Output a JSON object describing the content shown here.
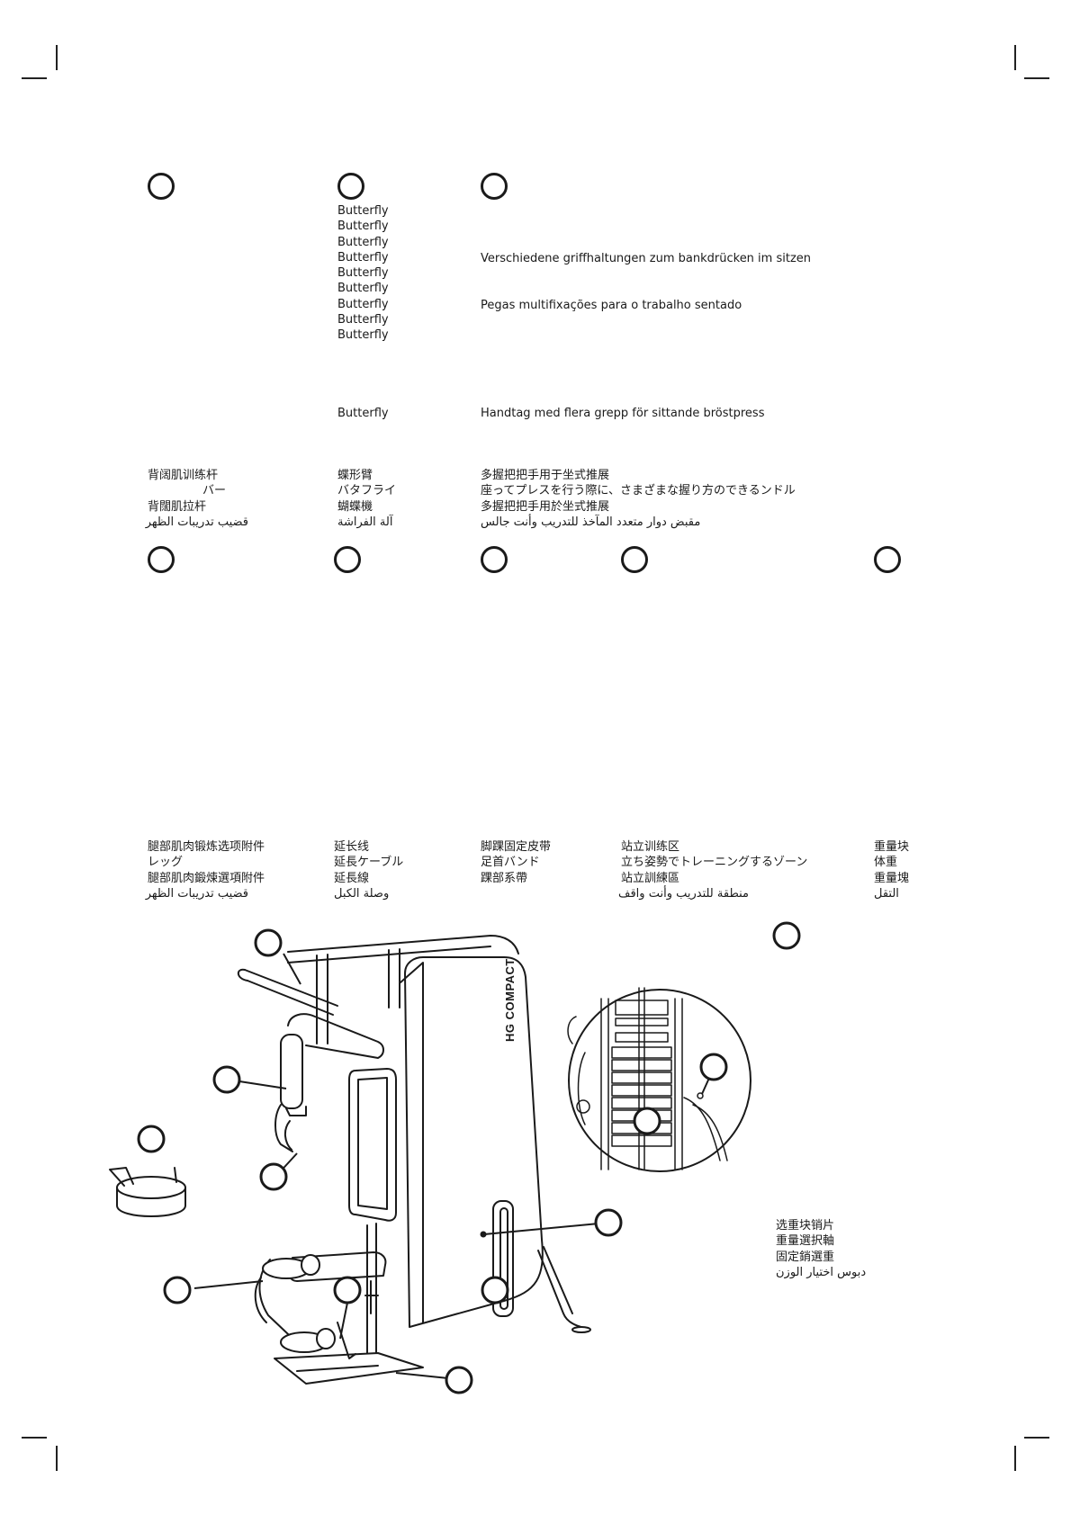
{
  "section_top": {
    "col1": {
      "lines": [
        "背阔肌训练杆",
        "バー",
        "背闊肌拉杆",
        "قضيب تدريبات الظهر"
      ]
    },
    "col2": {
      "lines_latin": [
        "Butterfly",
        "Butterfly",
        "Butterfly",
        "Butterfly",
        "Butterfly",
        "Butterfly",
        "Butterfly",
        "Butterfly",
        "Butterfly"
      ],
      "line_sv": "Butterfly",
      "lines_asian": [
        "蝶形臂",
        "バタフライ",
        "蝴蝶機",
        "آلة الفراشة"
      ]
    },
    "col3": {
      "line_de": "Verschiedene griffhaltungen zum bankdrücken im sitzen",
      "line_pt": "Pegas multifixações para o trabalho sentado",
      "line_sv": "Handtag med flera grepp för sittande bröstpress",
      "lines_asian": [
        "多握把把手用于坐式推展",
        "座ってプレスを行う際に、さまざまな握り方のできるンドル",
        "多握把把手用於坐式推展",
        "مقبض دوار متعدد المآخذ للتدريب وأنت جالس"
      ]
    }
  },
  "section_mid": {
    "col1": {
      "lines": [
        "腿部肌肉锻炼选项附件",
        "レッグ",
        "腿部肌肉鍛煉選項附件",
        "قضيب تدريبات الظهر"
      ]
    },
    "col2": {
      "lines": [
        "延长线",
        "延長ケーブル",
        "延長線",
        "وصلة الكبل"
      ]
    },
    "col3": {
      "lines": [
        "脚踝固定皮带",
        "足首バンド",
        "踝部系帶"
      ]
    },
    "col4": {
      "lines": [
        "站立训练区",
        "立ち姿勢でトレーニングするゾーン",
        "站立訓練區",
        "منطقة للتدريب وأنت واقف"
      ]
    },
    "col5": {
      "lines": [
        "重量块",
        "体重",
        "重量塊",
        "التقل"
      ]
    }
  },
  "diagram": {
    "brand_label": "HG COMPACT",
    "pin_labels": [
      "选重块销片",
      "重量選択軸",
      "固定銷選重",
      "دبوس اختيار الوزن"
    ]
  }
}
